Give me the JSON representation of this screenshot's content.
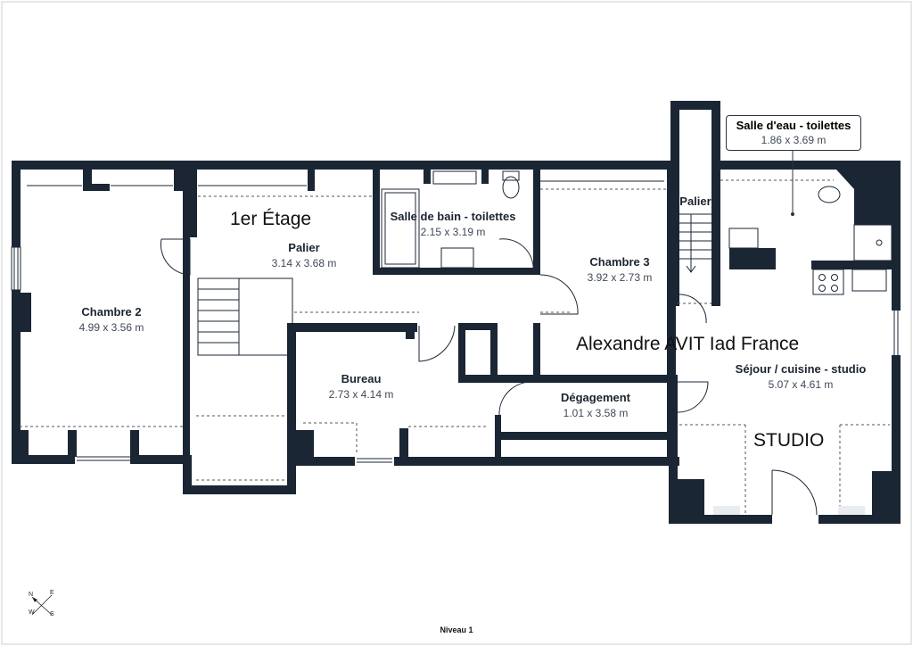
{
  "floor_title": "1er Étage",
  "watermark": "Alexandre AVIT Iad France",
  "studio_label": "STUDIO",
  "level_label": "Niveau 1",
  "rooms": [
    {
      "name": "Chambre 2",
      "dims": "4.99 x 3.56 m"
    },
    {
      "name": "Palier",
      "dims": "3.14 x 3.68 m"
    },
    {
      "name": "Salle de bain - toilettes",
      "dims": "2.15 x 3.19 m"
    },
    {
      "name": "Chambre 3",
      "dims": "3.92 x 2.73 m"
    },
    {
      "name": "Bureau",
      "dims": "2.73 x 4.14 m"
    },
    {
      "name": "Dégagement",
      "dims": "1.01 x 3.58 m"
    },
    {
      "name": "Séjour / cuisine - studio",
      "dims": "5.07 x 4.61 m"
    },
    {
      "name": "Palier",
      "dims": ""
    }
  ],
  "callout": {
    "name": "Salle d'eau - toilettes",
    "dims": "1.86 x 3.69 m"
  },
  "compass": {
    "n": "N",
    "e": "E",
    "w": "W",
    "s": "S"
  },
  "colors": {
    "wall": "#1b2634",
    "dashed": "#555555",
    "text": "#1c2430"
  }
}
